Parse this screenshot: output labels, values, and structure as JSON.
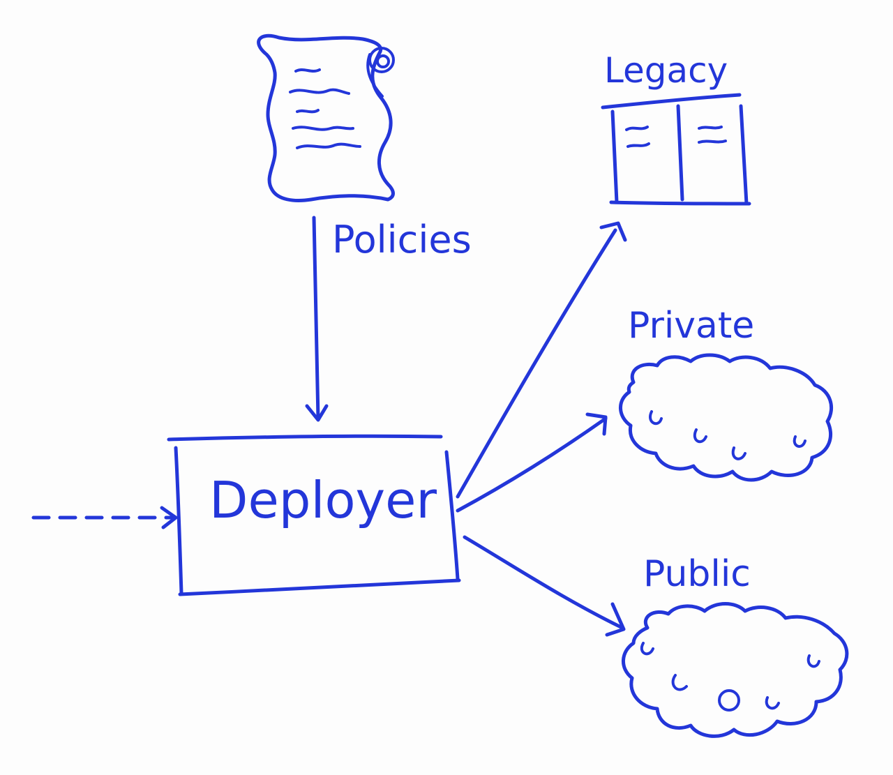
{
  "colors": {
    "ink": "#2336d9",
    "paper": "#fdfdfd"
  },
  "icons": {
    "policies": "scroll-icon",
    "legacy": "table-icon",
    "private": "cloud-icon",
    "public": "cloud-icon"
  },
  "nodes": {
    "policies": {
      "label": "Policies"
    },
    "deployer": {
      "label": "Deployer"
    },
    "legacy": {
      "label": "Legacy"
    },
    "private": {
      "label": "Private"
    },
    "public": {
      "label": "Public"
    }
  },
  "edges": [
    {
      "from": "policies",
      "to": "deployer",
      "style": "solid"
    },
    {
      "from": "external",
      "to": "deployer",
      "style": "dashed"
    },
    {
      "from": "deployer",
      "to": "legacy",
      "style": "solid"
    },
    {
      "from": "deployer",
      "to": "private",
      "style": "solid"
    },
    {
      "from": "deployer",
      "to": "public",
      "style": "solid"
    }
  ]
}
